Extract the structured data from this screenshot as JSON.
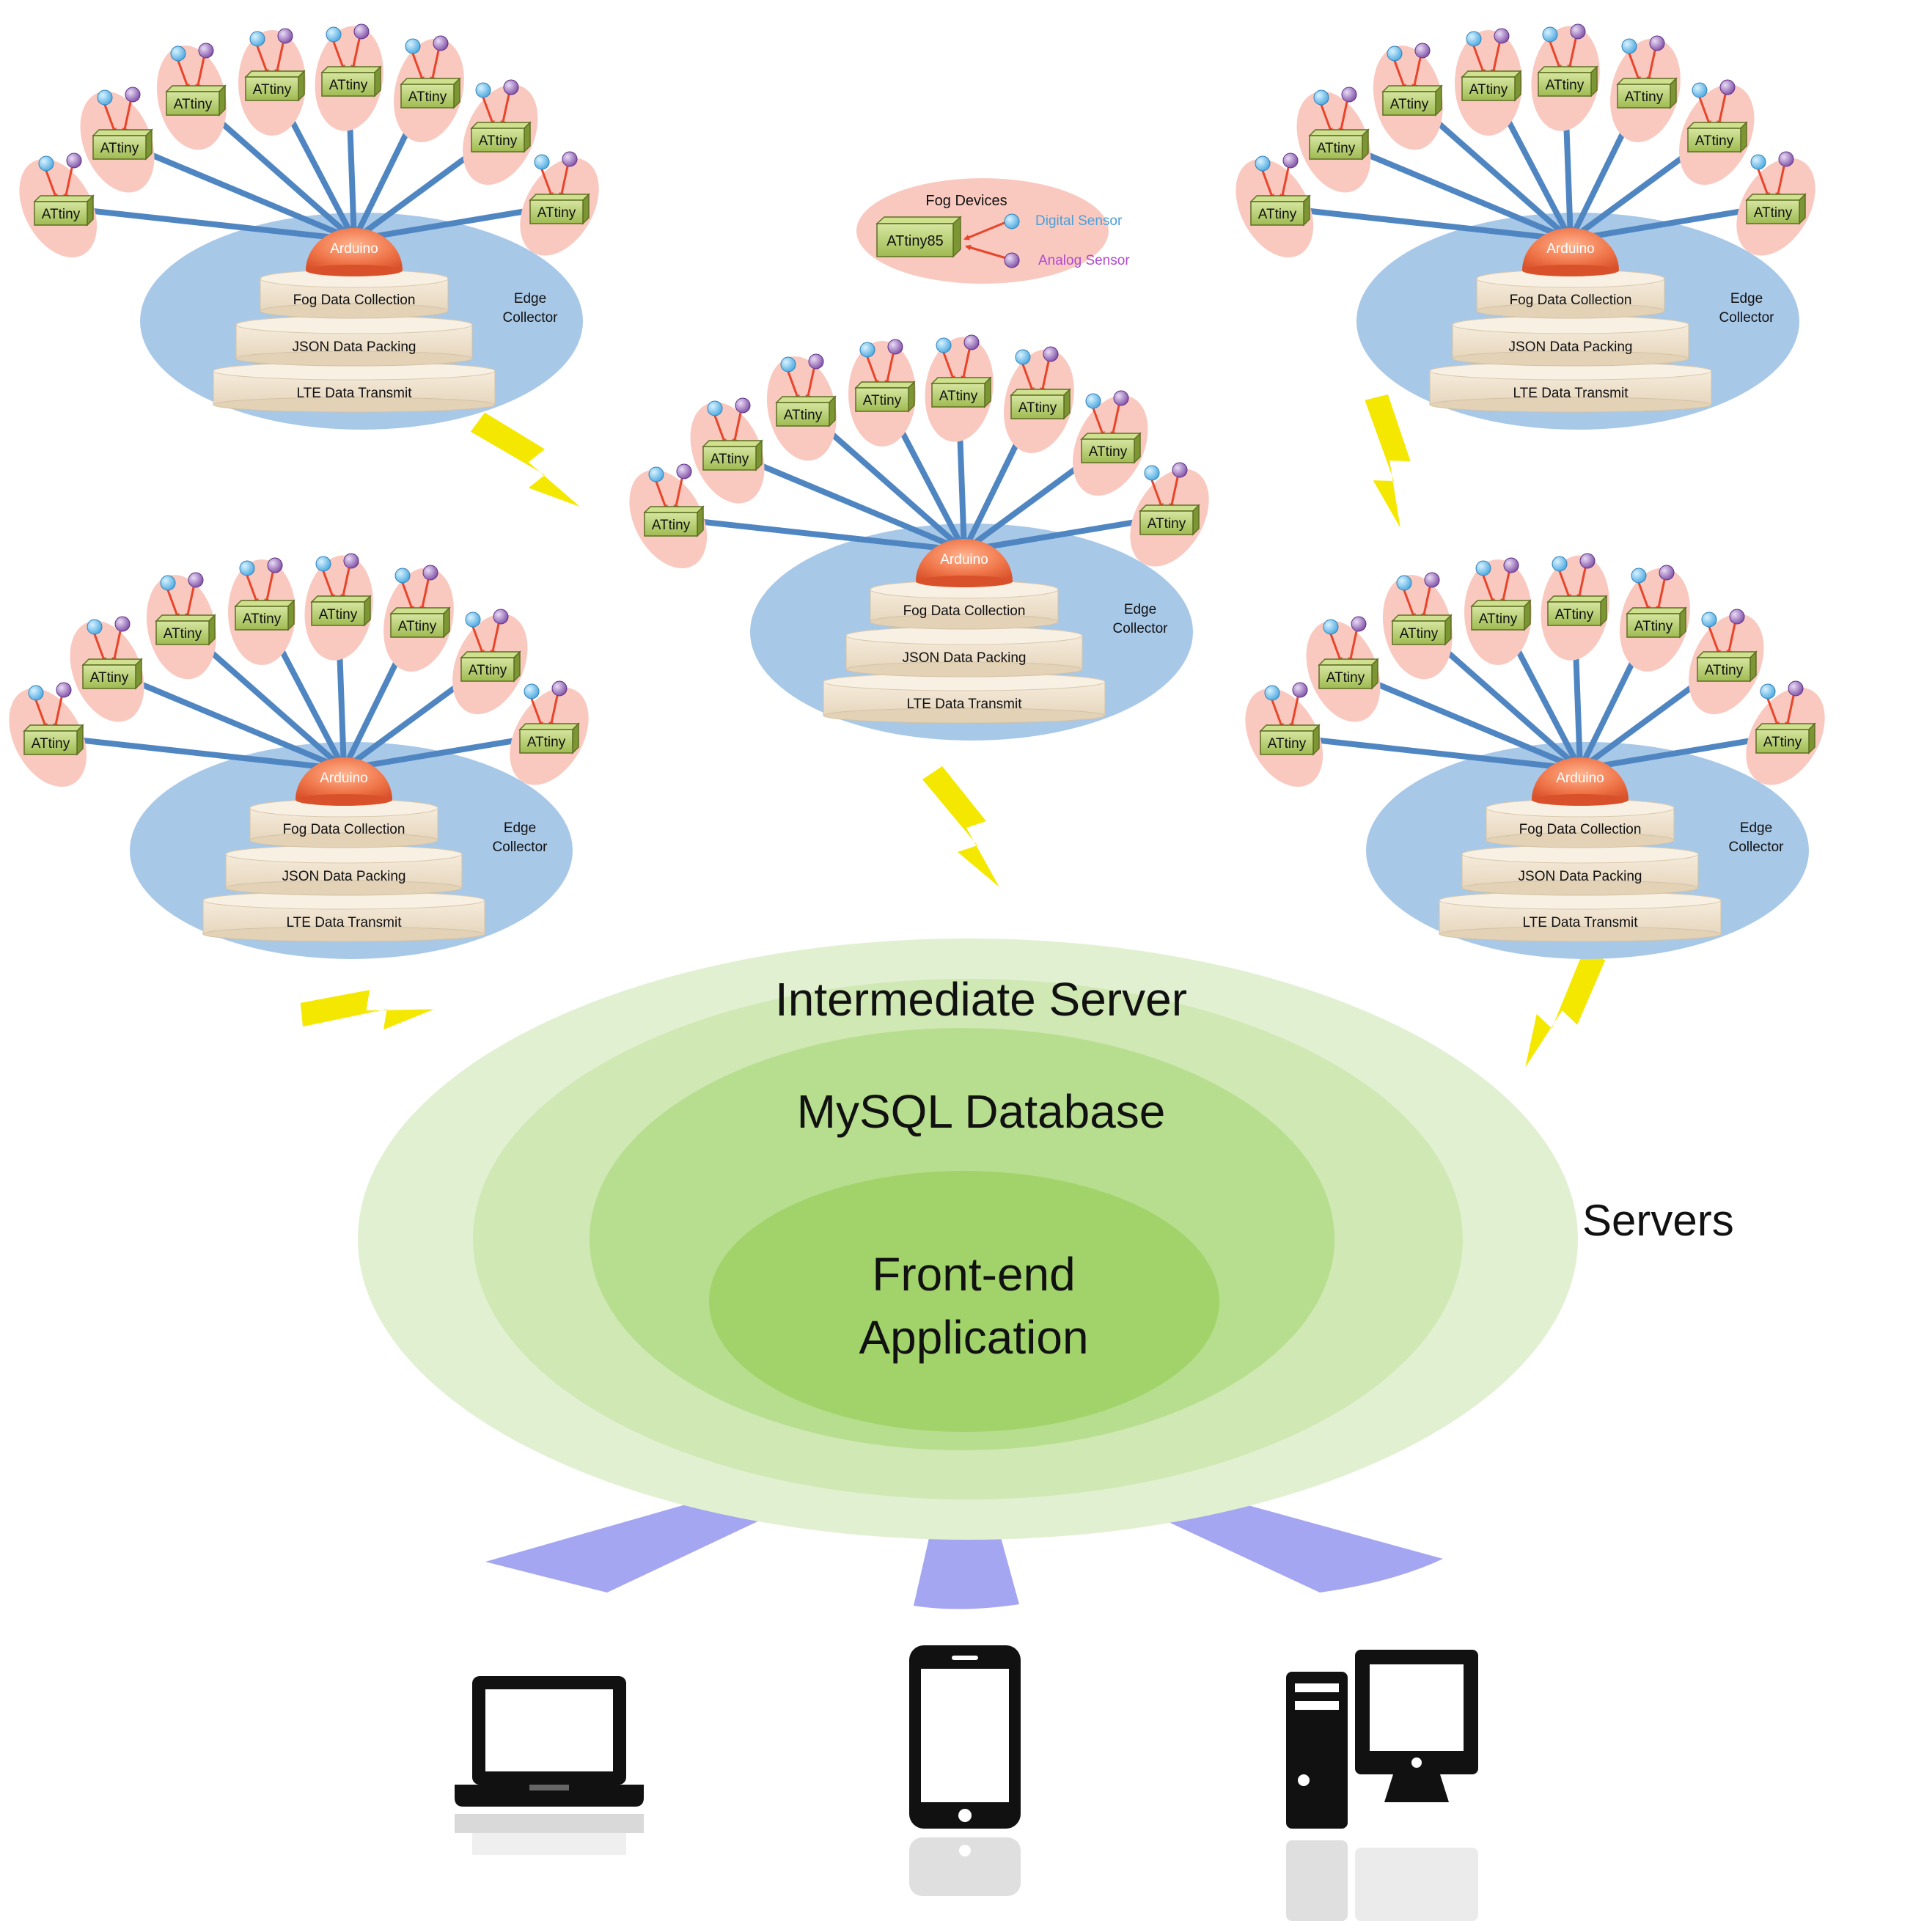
{
  "legend": {
    "title": "Fog Devices",
    "device_label": "ATtiny85",
    "digital_label": "Digital Sensor",
    "analog_label": "Analog Sensor"
  },
  "fog_device_label": "ATtiny",
  "edge_collector": {
    "hub_label": "Arduino",
    "layers": [
      "Fog Data Collection",
      "JSON Data Packing",
      "LTE Data Transmit"
    ],
    "caption_line1": "Edge",
    "caption_line2": "Collector"
  },
  "clusters": [
    {
      "id": "top-left"
    },
    {
      "id": "top-right"
    },
    {
      "id": "center"
    },
    {
      "id": "bottom-left"
    },
    {
      "id": "bottom-right"
    }
  ],
  "servers": {
    "outer_label": "Intermediate Server",
    "middle_label": "MySQL Database",
    "inner_label_line1": "Front-end",
    "inner_label_line2": "Application",
    "side_label": "Servers"
  },
  "client_devices": [
    {
      "icon": "laptop-icon"
    },
    {
      "icon": "smartphone-icon"
    },
    {
      "icon": "desktop-computer-icon"
    }
  ],
  "colors": {
    "fog_bubble": "#f9c9c0",
    "edge_disc": "#a8c8e8",
    "link_line": "#4f86c2",
    "device_box": "#b5cc6e",
    "hub": "#ee7248",
    "digital_sensor": "#5cb8ea",
    "analog_sensor": "#8e5fb3",
    "arrow": "#e8452a",
    "lightning": "#f5e800",
    "server_outer": "#e0efcf",
    "server_inner": "#a1d36a",
    "beam": "#9b9cf0"
  }
}
